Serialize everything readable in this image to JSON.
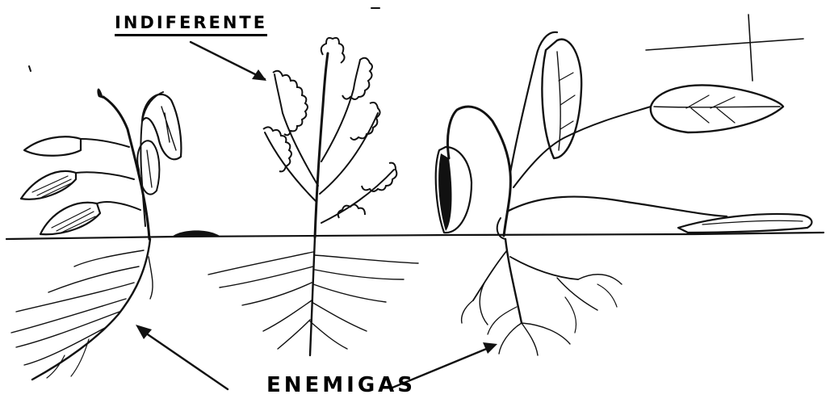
{
  "labels": {
    "top": "INDIFERENTE",
    "bottom": "ENEMIGAS"
  },
  "diagram": {
    "plants": [
      {
        "id": "left-plant",
        "role": "enemy"
      },
      {
        "id": "center-plant",
        "role": "indifferent"
      },
      {
        "id": "right-plant",
        "role": "enemy"
      }
    ],
    "ink_color": "#111111"
  }
}
